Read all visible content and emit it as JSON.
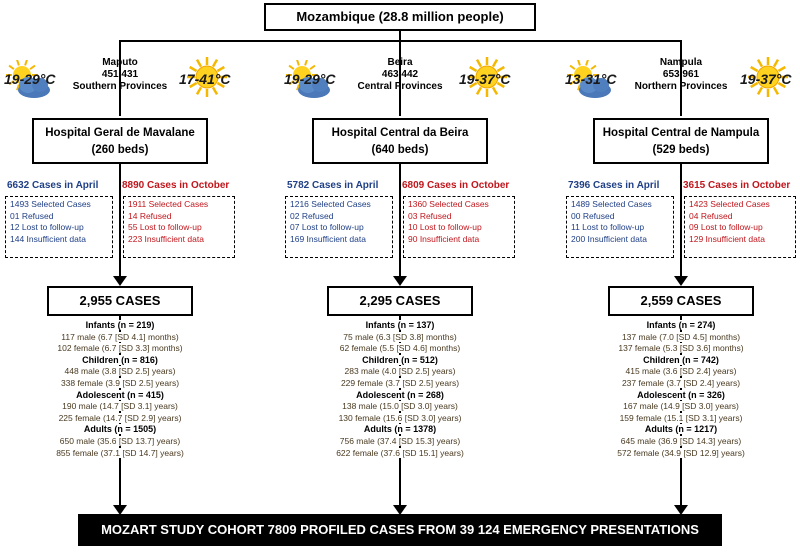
{
  "title": "Mozambique (28.8 million people)",
  "banner": "MOZART STUDY COHORT 7809 PROFILED CASES FROM 39 124 EMERGENCY PRESENTATIONS",
  "sites": [
    {
      "city": "Maputo",
      "population": "451,431",
      "region": "Southern Provinces",
      "temp_april": "19-29°C",
      "temp_october": "17-41°C",
      "hospital_name": "Hospital Geral de Mavalane",
      "beds": "(260 beds)",
      "april_count": "6632",
      "october_count": "8890",
      "april_label": "Cases in April",
      "october_label": "Cases in October",
      "april": [
        "1493 Selected Cases",
        "01 Refused",
        "12 Lost to follow-up",
        "144 Insufficient data"
      ],
      "october": [
        "1911 Selected Cases",
        "14 Refused",
        "55 Lost to follow-up",
        "223 Insufficient data"
      ],
      "total": "2,955 CASES",
      "demographics": [
        {
          "head": "Infants (n = 219)",
          "male": "117 male (6.7 [SD 4.1] months)",
          "female": "102 female (6.7 [SD 3.3] months)"
        },
        {
          "head": "Children (n = 816)",
          "male": "448 male (3.8 [SD 2.5] years)",
          "female": "338 female (3.9 [SD 2.5] years)"
        },
        {
          "head": "Adolescent (n = 415)",
          "male": "190 male (14.7 [SD 3.1] years)",
          "female": "225 female (14.7 [SD 2.9] years)"
        },
        {
          "head": "Adults (n = 1505)",
          "male": "650 male (35.6 [SD 13.7] years)",
          "female": "855 female (37.1 [SD 14.7] years)"
        }
      ]
    },
    {
      "city": "Beira",
      "population": "463,442",
      "region": "Central Provinces",
      "temp_april": "19-29°C",
      "temp_october": "19-37°C",
      "hospital_name": "Hospital Central da Beira",
      "beds": "(640 beds)",
      "april_count": "5782",
      "october_count": "6809",
      "april_label": "Cases in April",
      "october_label": "Cases in October",
      "april": [
        "1216 Selected Cases",
        "02 Refused",
        "07 Lost to follow-up",
        "169 Insufficient data"
      ],
      "october": [
        "1360 Selected Cases",
        "03 Refused",
        "10 Lost to follow-up",
        "90 Insufficient data"
      ],
      "total": "2,295 CASES",
      "demographics": [
        {
          "head": "Infants (n = 137)",
          "male": "75 male (6.3 [SD 3.8] months)",
          "female": "62 female (5.5 [SD 4.6] months)"
        },
        {
          "head": "Children (n = 512)",
          "male": "283 male (4.0 [SD 2.5] years)",
          "female": "229 female (3.7 [SD 2.5] years)"
        },
        {
          "head": "Adolescent (n = 268)",
          "male": "138 male (15.0 [SD 3.0] years)",
          "female": "130 female (15.6 [SD 3.0] years)"
        },
        {
          "head": "Adults (n = 1378)",
          "male": "756 male (37.4 [SD 15.3] years)",
          "female": "622 female (37.6 [SD 15.1] years)"
        }
      ]
    },
    {
      "city": "Nampula",
      "population": "653,961",
      "region": "Northern Provinces",
      "temp_april": "13-31°C",
      "temp_october": "19-37°C",
      "hospital_name": "Hospital Central de Nampula",
      "beds": "(529 beds)",
      "april_count": "7396",
      "october_count": "3615",
      "april_label": "Cases in April",
      "october_label": "Cases in October",
      "april": [
        "1489 Selected Cases",
        "00 Refused",
        "11 Lost to follow-up",
        "200 Insufficient data"
      ],
      "october": [
        "1423 Selected Cases",
        "04 Refused",
        "09 Lost to follow-up",
        "129 Insufficient data"
      ],
      "total": "2,559 CASES",
      "demographics": [
        {
          "head": "Infants (n = 274)",
          "male": "137 male (7.0 [SD 4.5] months)",
          "female": "137 female (5.3 [SD 3.6] months)"
        },
        {
          "head": "Children (n = 742)",
          "male": "415 male (3.6 [SD 2.4] years)",
          "female": "237 female (3.7 [SD 2.4] years)"
        },
        {
          "head": "Adolescent (n = 326)",
          "male": "167 male (14.9 [SD 3.0] years)",
          "female": "159 female (15.1 [SD 3.1] years)"
        },
        {
          "head": "Adults (n = 1217)",
          "male": "645 male (36.9 [SD 14.3] years)",
          "female": "572 female (34.9 [SD 12.9] years)"
        }
      ]
    }
  ]
}
